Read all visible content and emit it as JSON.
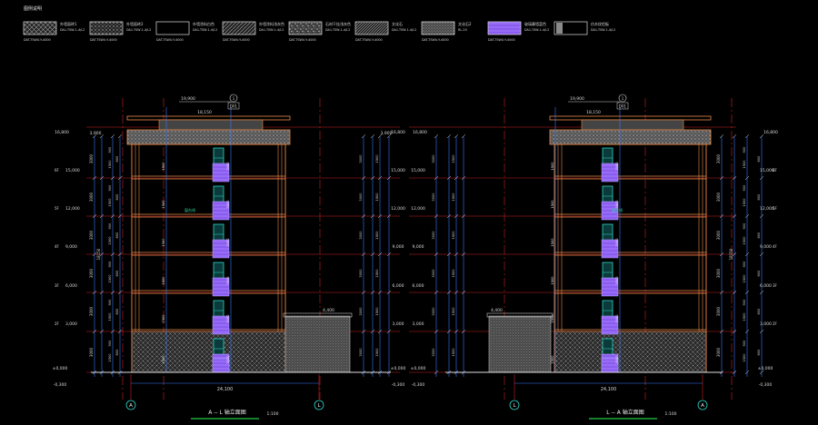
{
  "legend": {
    "title": "图例说明",
    "items": [
      {
        "name": "外墙面砖1",
        "code": "DA1-TSW-1-4/L2",
        "ref": "DAT-TSWU-Y-4000",
        "pattern": "cross",
        "fill": "#3a3a3a"
      },
      {
        "name": "外墙面砖2",
        "code": "DA1-TSW-1-4/L2",
        "ref": "DAT-TSWU-Y-4000",
        "pattern": "dots",
        "fill": "#444444"
      },
      {
        "name": "外墙涂料白色",
        "code": "DA1-TSW-1-4/L2",
        "ref": "DAT-TSWU-Y-4000",
        "pattern": "none",
        "fill": "#000000"
      },
      {
        "name": "外墙涂料浅灰色",
        "code": "DA1-TSW-1-4/L2",
        "ref": "DAT-TSWU-Y-4000",
        "pattern": "diag",
        "fill": "#2a2a2a"
      },
      {
        "name": "石材干挂浅灰色",
        "code": "DA1-TSW-1-4/L2",
        "ref": "DAT-TSWU-Y-4000",
        "pattern": "speckle",
        "fill": "#5a5a5a"
      },
      {
        "name": "文化石",
        "code": "DA1-TSW-1-4/L2",
        "ref": "DAT-TSWU-Y-4000",
        "pattern": "diag2",
        "fill": "#3a3a3a"
      },
      {
        "name": "文化石2",
        "code": "RL-20",
        "ref": "DAT-TSWU-Y-4000",
        "pattern": "dense",
        "fill": "#555555"
      },
      {
        "name": "玻璃幕墙蓝色",
        "code": "DA1-TSW-1-4/L2",
        "ref": "DAT-TSWU-Y-4000",
        "pattern": "glass",
        "fill": "#8a5cf0"
      },
      {
        "name": "仿木纹铝板",
        "code": "DA1-TSW-1-4/L2",
        "ref": "",
        "pattern": "grey",
        "fill": "#8a8a8a"
      }
    ]
  },
  "left_view": {
    "title": "A -- L 轴立面图",
    "scale": "1:100",
    "axis_left": "A",
    "axis_right": "L",
    "overall_dim": "24,100",
    "top_dim": "3,900",
    "top_elev": "18,150",
    "roof_elev": "16,800",
    "parapet_elev": "19,900",
    "annex_elev": "4,400",
    "ground_elev": "±0,000",
    "base_elev": "-0,300",
    "floor_elevs": [
      "15,000",
      "12,000",
      "9,000",
      "6,000",
      "3,000"
    ],
    "floor_labels": [
      "6F",
      "5F",
      "4F",
      "3F",
      "2F"
    ],
    "callout_tag": "D01",
    "callout_num": "1",
    "side_note": "窗台线"
  },
  "right_view": {
    "title": "L -- A 轴立面图",
    "scale": "1:100",
    "axis_left": "L",
    "axis_right": "A",
    "overall_dim": "24,100",
    "top_dim": "3,900",
    "top_elev": "18,150",
    "roof_elev": "16,800",
    "parapet_elev": "19,900",
    "annex_elev": "4,400",
    "ground_elev": "±0,000",
    "base_elev": "-0,300",
    "floor_elevs": [
      "15,000",
      "12,000",
      "9,000",
      "6,000",
      "3,000"
    ],
    "floor_labels": [
      "6F",
      "5F",
      "4F",
      "3F",
      "2F"
    ],
    "callout_tag": "D01",
    "callout_num": "1",
    "side_note": "窗台线"
  },
  "dims": {
    "story": "3000",
    "sill": "900",
    "window": "1500",
    "lintel": "600",
    "total": "18150",
    "ground": "1200"
  },
  "colors": {
    "structure": "#e88a4a",
    "gridline": "#cc2222",
    "dimension": "#3a7bff",
    "window": "#2fd6c8",
    "glass": "#8a5cf0",
    "axis_circle": "#2fd6c8",
    "title_line": "#22cc44",
    "stone": "#6a6a6a"
  }
}
